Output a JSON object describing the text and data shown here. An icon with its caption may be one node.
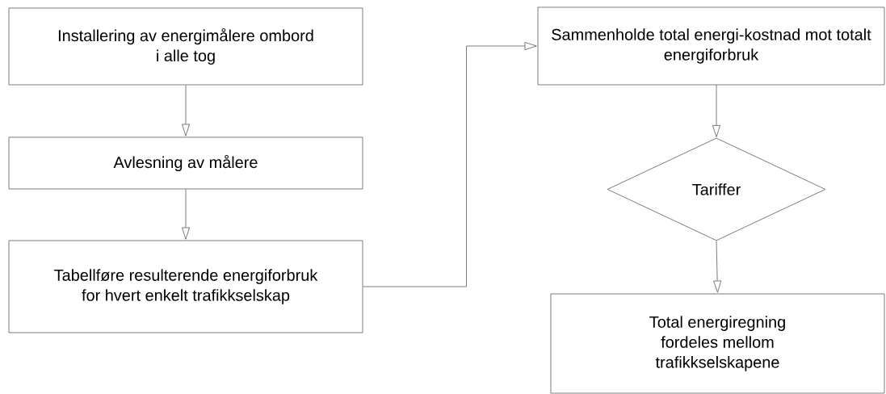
{
  "diagram": {
    "nodes": [
      {
        "text": [
          "Installering av energimålere ombord i alle tog"
        ]
      },
      {
        "text": [
          "Avlesning av målere"
        ]
      },
      {
        "text": [
          "Tabellføre resulterende energiforbruk for hvert enkelt trafikkselskap"
        ]
      },
      {
        "text": [
          "Sammenholde total energi-kostnad mot totalt energiforbruk"
        ]
      },
      {
        "text": [
          "Tariffer"
        ]
      },
      {
        "text": [
          "Total energiregning fordeles mellom trafikkselskapene"
        ]
      }
    ],
    "edges": [
      {
        "from": 0,
        "to": 1,
        "arrow": "to"
      },
      {
        "from": 1,
        "to": 2,
        "arrow": "to"
      },
      {
        "from": 2,
        "to": 3,
        "arrow": "to"
      },
      {
        "from": 3,
        "to": 4,
        "arrow": "to"
      },
      {
        "from": 4,
        "to": 5,
        "arrow": "to"
      }
    ]
  }
}
